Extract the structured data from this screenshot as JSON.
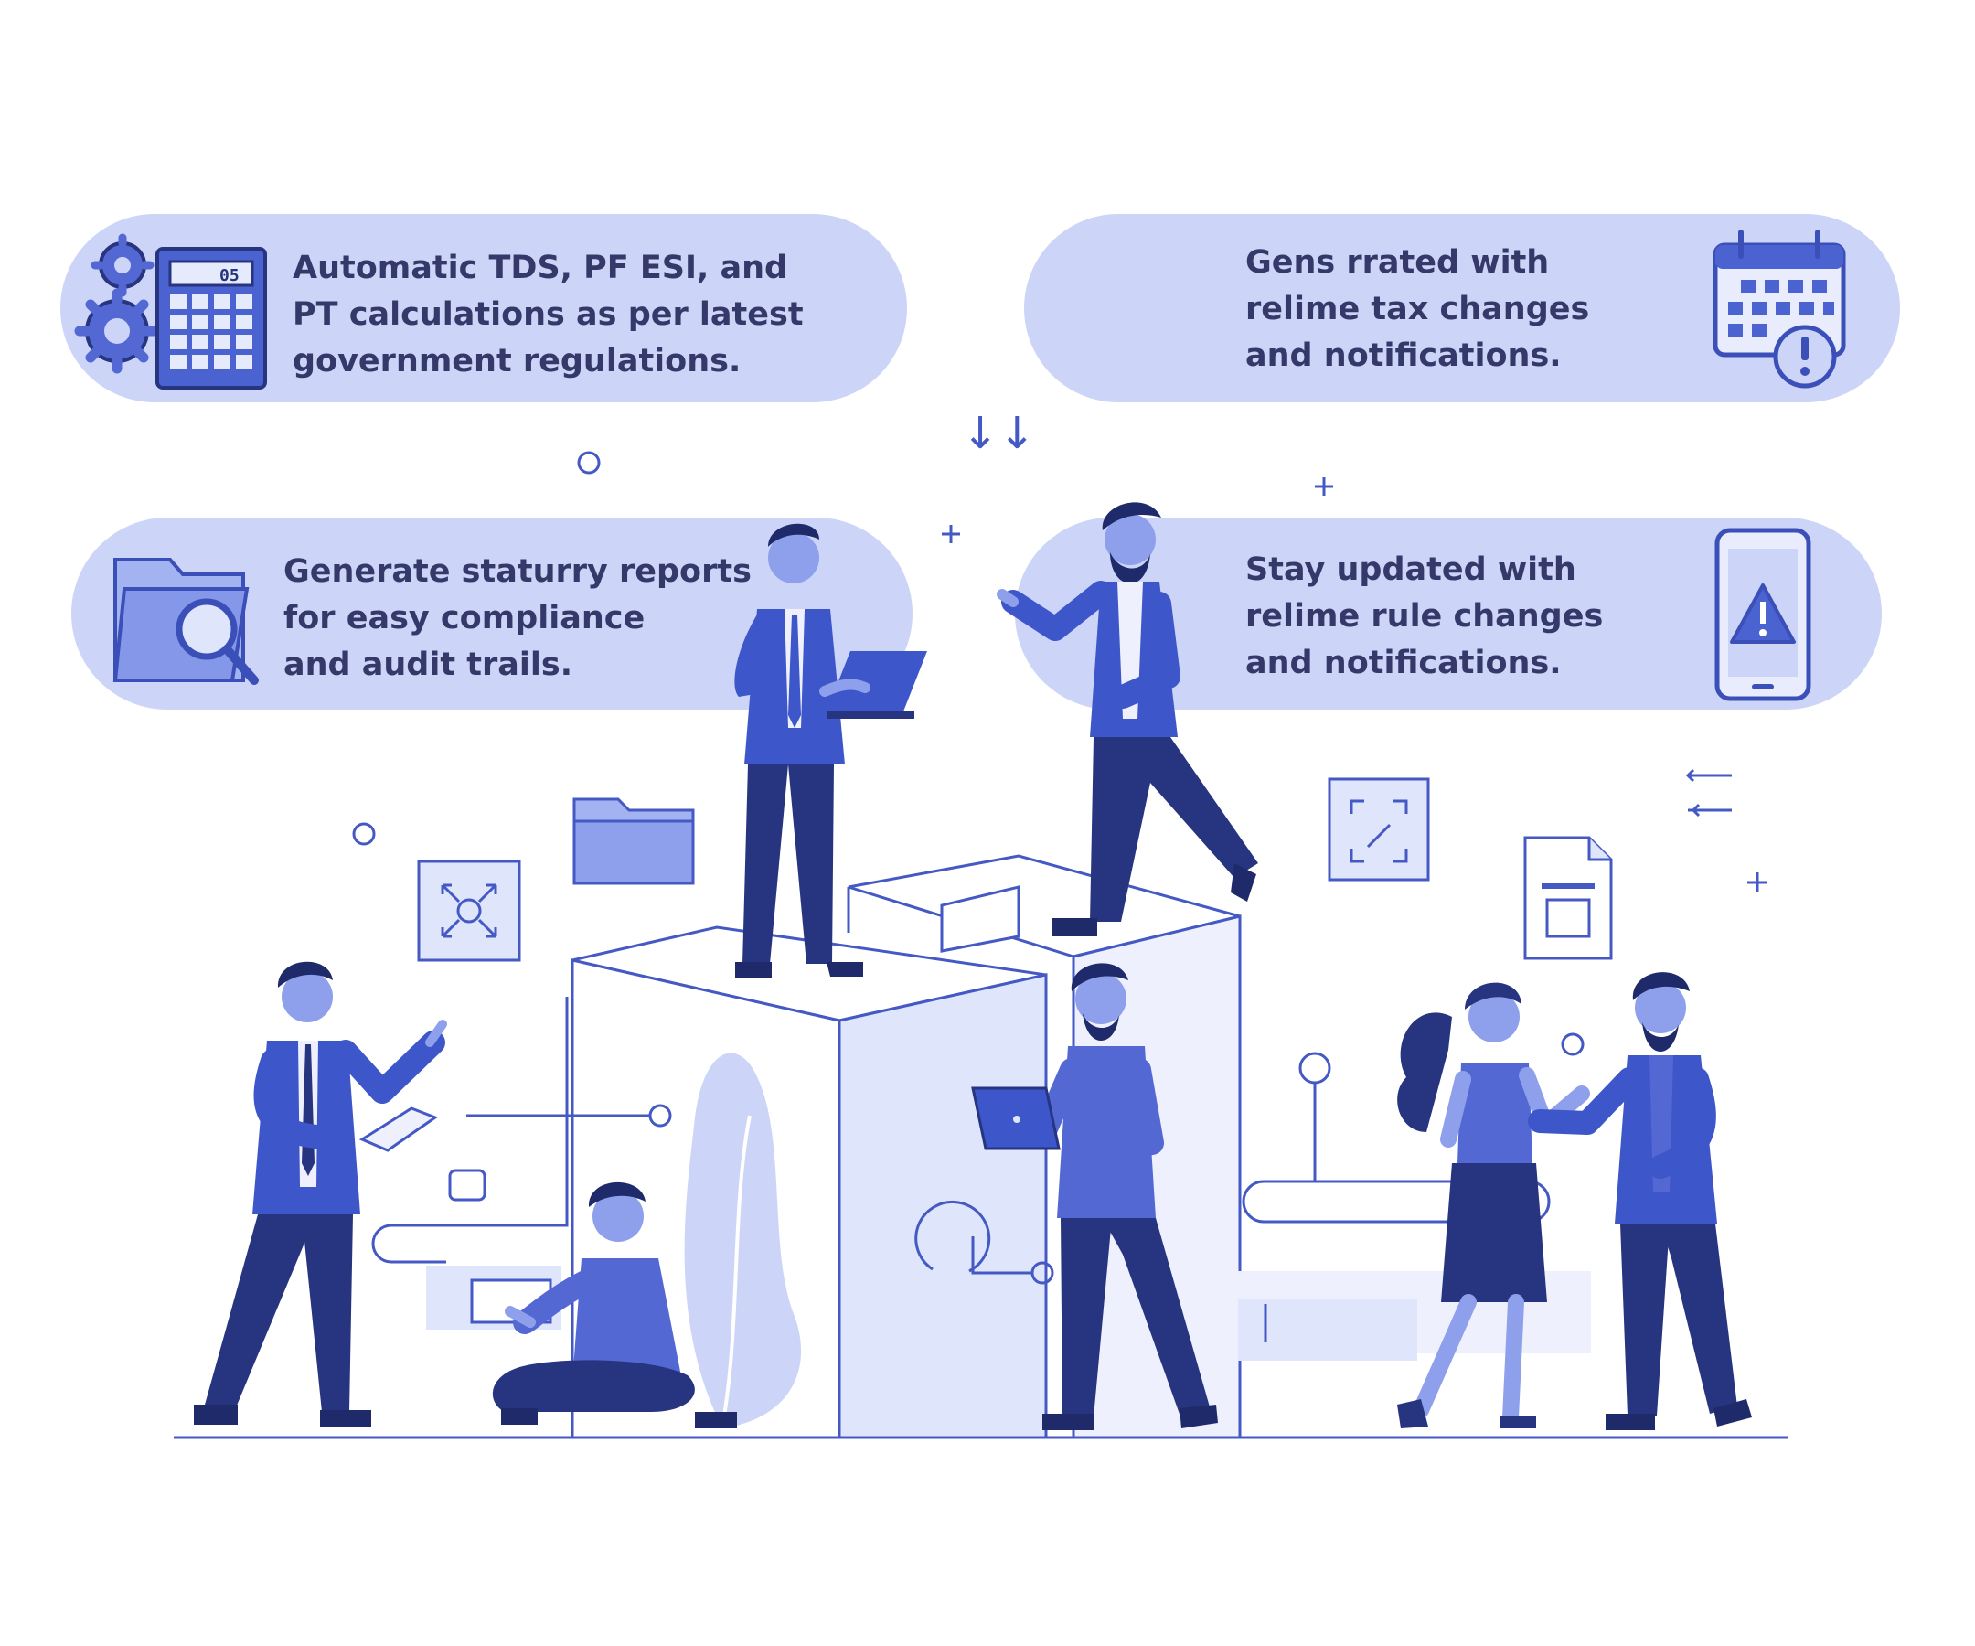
{
  "cards": [
    {
      "lines": [
        "Automatic TDS, PF ESI, and",
        "PT calculations as per latest",
        "government regulations."
      ],
      "icon": "calculator-gears-icon",
      "calculator_display": "05"
    },
    {
      "lines": [
        "Gens rrated with",
        "relime tax changes",
        "and notifications."
      ],
      "icon": "calendar-alert-icon"
    },
    {
      "lines": [
        "Generate staturry reports",
        "for easy compliance",
        "and audit trails."
      ],
      "icon": "folder-search-icon"
    },
    {
      "lines": [
        "Stay updated with",
        "relime rule changes",
        "and notifications."
      ],
      "icon": "phone-warning-icon"
    }
  ],
  "colors": {
    "pill": "#ccd5f7",
    "text": "#35396a",
    "primary": "#3d56c9",
    "dark": "#27347f",
    "light": "#dfe5fb",
    "line": "#4459c4"
  },
  "decor": {
    "arrows": "↓↓"
  }
}
